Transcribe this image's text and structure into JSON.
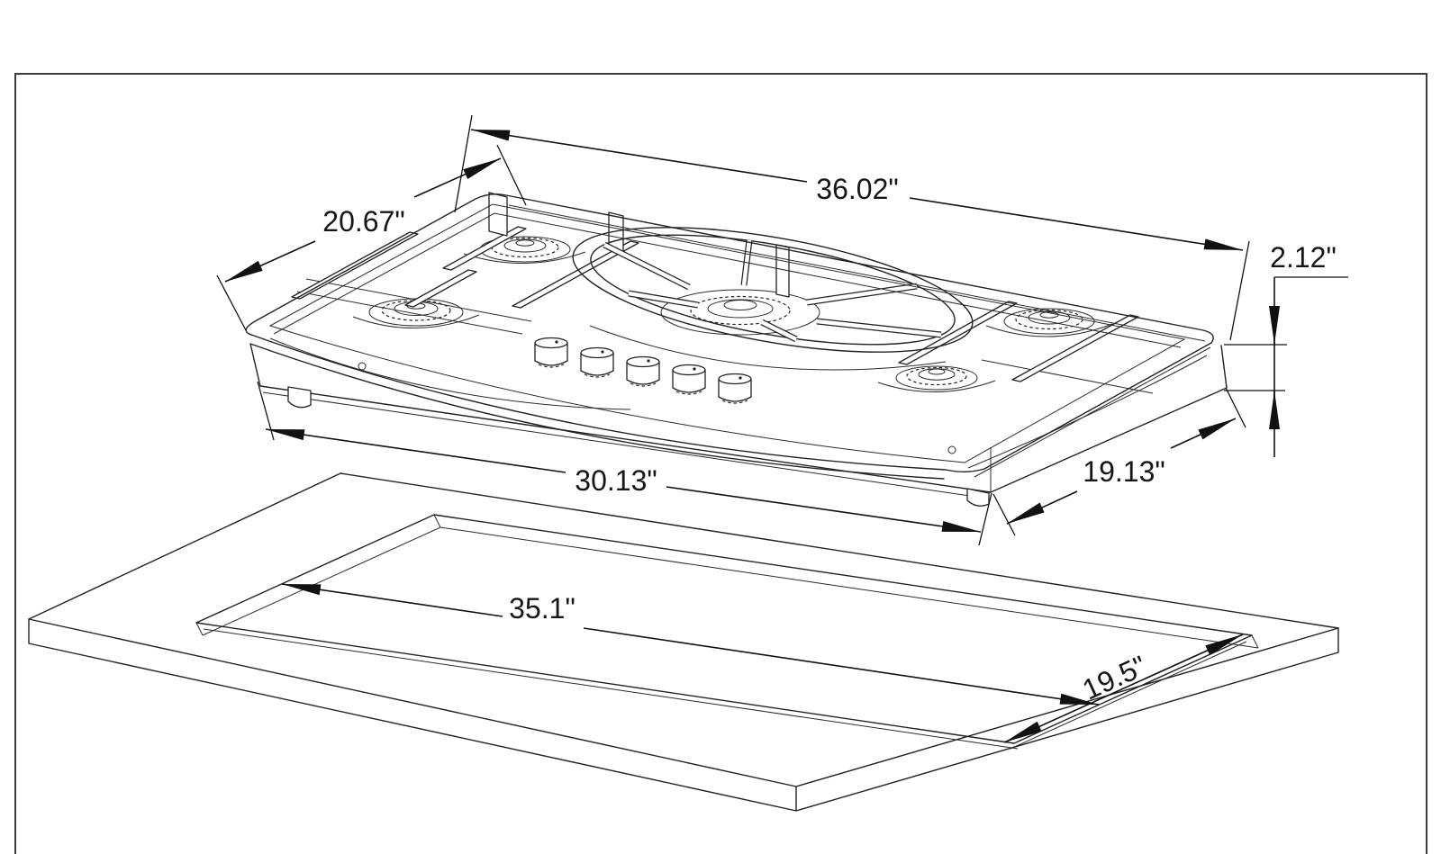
{
  "page": {
    "background": "#ffffff",
    "border_color": "#3d3d3d",
    "line_color": "#222222"
  },
  "diagram": {
    "type": "technical-drawing",
    "subject": "gas-cooktop-isometric-with-countertop-cutout",
    "views": [
      "cooktop-top-isometric",
      "countertop-cutout"
    ],
    "features": {
      "burner_count": 5,
      "knob_count": 5
    },
    "dimensions": {
      "cooktop_overall_width": {
        "label": "36.02\""
      },
      "cooktop_overall_depth": {
        "label": "20.67\""
      },
      "body_height": {
        "label": "2.12\""
      },
      "base_width": {
        "label": "30.13\""
      },
      "base_depth": {
        "label": "19.13\""
      },
      "cutout_width": {
        "label": "35.1\""
      },
      "cutout_depth": {
        "label": "19.5\""
      }
    }
  }
}
